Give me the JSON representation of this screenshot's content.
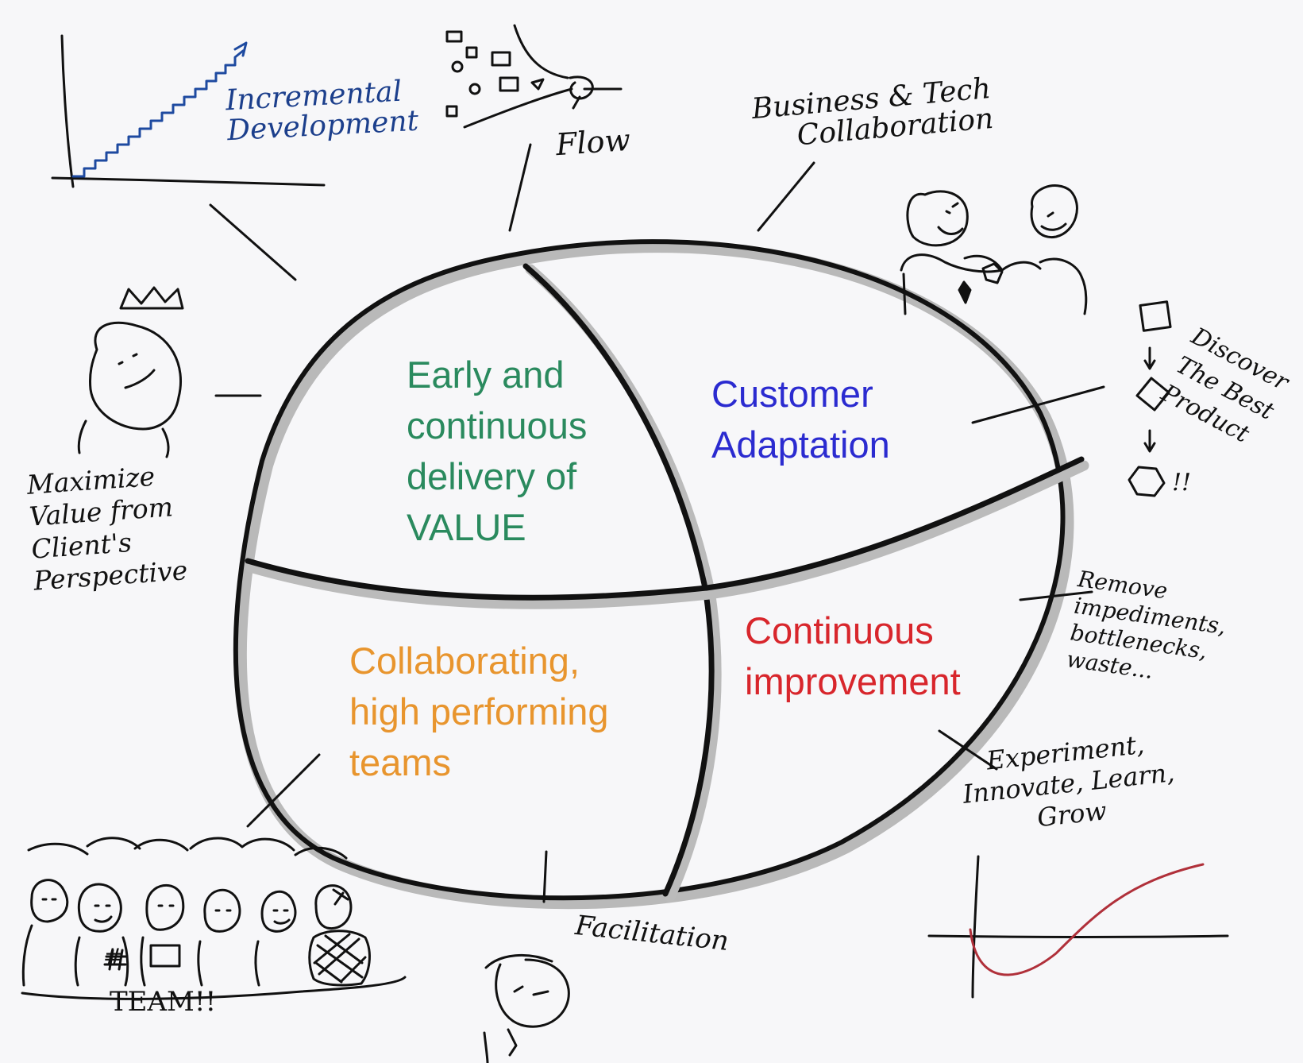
{
  "quadrants": {
    "top_left": {
      "text": "Early and\ncontinuous\ndelivery of\nVALUE"
    },
    "top_right": {
      "text": "Customer\nAdaptation"
    },
    "bottom_left": {
      "text": "Collaborating,\nhigh performing\nteams"
    },
    "bottom_right": {
      "text": "Continuous\nimprovement"
    }
  },
  "annotations": {
    "incremental": "Incremental\nDevelopment",
    "flow": "Flow",
    "business": "Business & Tech\nCollaboration",
    "discover": "Discover\nThe Best\nProduct",
    "discover_mark": "!!",
    "maximize": "Maximize\nValue from\nClient's\nPerspective",
    "remove": "Remove\nimpediments,\nbottlenecks,\nwaste...",
    "experiment": "Experiment,\nInnovate, Learn,\nGrow",
    "facilitation": "Facilitation",
    "team": "TEAM!!",
    "team_hash": "#"
  },
  "colors": {
    "top_left": "#2a8a5e",
    "top_right": "#2b2bd0",
    "bottom_left": "#e8952e",
    "bottom_right": "#d8262c",
    "incremental_text": "#1c3f8c",
    "staircase": "#1e4aa0",
    "growth_curve": "#b0303a",
    "ink": "#111111"
  }
}
